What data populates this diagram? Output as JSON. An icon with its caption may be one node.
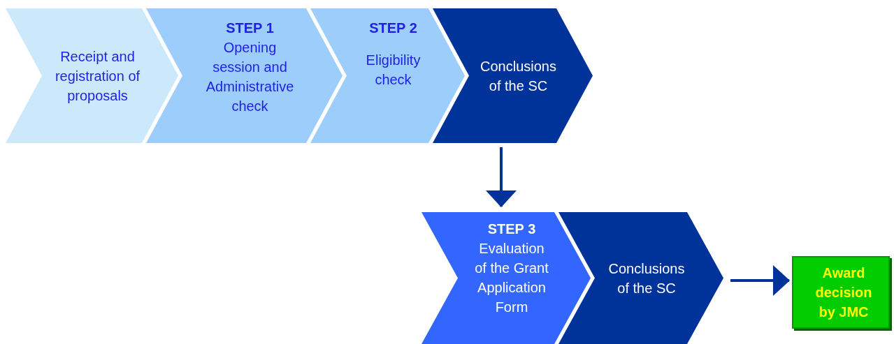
{
  "diagram": {
    "nodes": [
      {
        "text": [
          "Receipt and registration of proposals"
        ]
      },
      {
        "text": [
          "STEP 1",
          "Opening session and Administrative check"
        ]
      },
      {
        "text": [
          "STEP 2",
          "Eligibility check"
        ]
      },
      {
        "text": [
          "Conclusions of the SC"
        ]
      },
      {
        "text": [
          "STEP 3",
          "Evaluation of the Grant Application Form"
        ]
      },
      {
        "text": [
          "Conclusions of the SC"
        ]
      },
      {
        "text": [
          "Award decision by JMC"
        ]
      }
    ],
    "edges": [
      {
        "from": 3,
        "to": 4,
        "arrow": "to"
      },
      {
        "from": 5,
        "to": 6,
        "arrow": "to"
      }
    ]
  }
}
